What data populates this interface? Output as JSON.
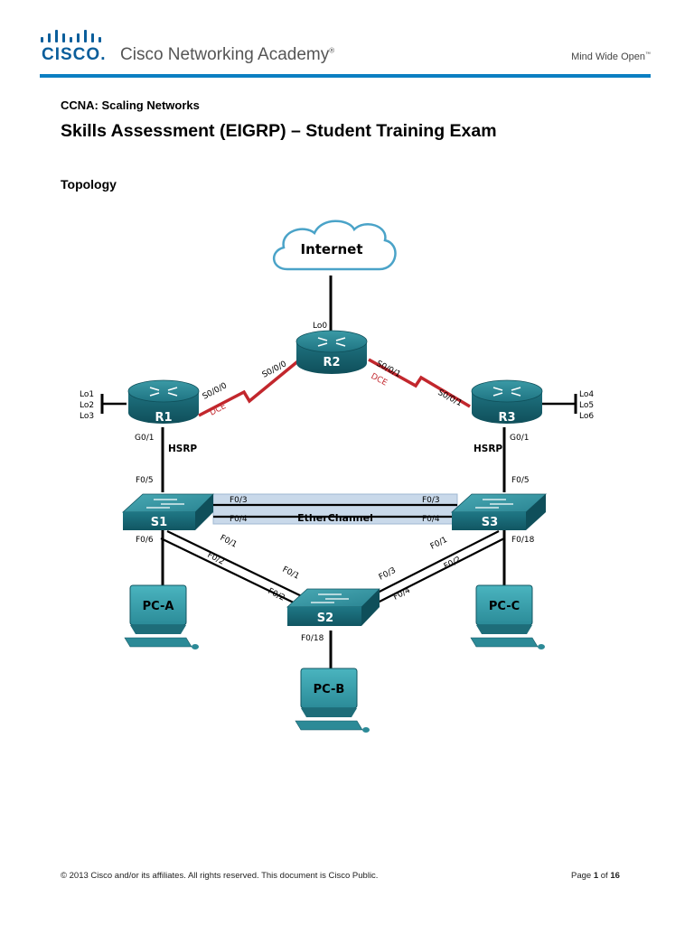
{
  "header": {
    "logo_text": "CISCO",
    "academy_name": "Cisco Networking Academy",
    "academy_mark": "®",
    "tagline": "Mind Wide Open",
    "tagline_mark": "™",
    "accent_color": "#0b7fc2"
  },
  "doc": {
    "course": "CCNA: Scaling Networks",
    "title": "Skills Assessment (EIGRP) – Student Training Exam",
    "section": "Topology"
  },
  "topology": {
    "cloud": "Internet",
    "routers": {
      "r1": "R1",
      "r2": "R2",
      "r3": "R3"
    },
    "switches": {
      "s1": "S1",
      "s2": "S2",
      "s3": "S3"
    },
    "pcs": {
      "pca": "PC-A",
      "pcb": "PC-B",
      "pcc": "PC-C"
    },
    "loopbacks": {
      "r1": [
        "Lo1",
        "Lo2",
        "Lo3"
      ],
      "r2": "Lo0",
      "r3": [
        "Lo4",
        "Lo5",
        "Lo6"
      ]
    },
    "interfaces": {
      "r1_s000": "S0/0/0",
      "r2_s000": "S0/0/0",
      "r2_s001": "S0/0/1",
      "r3_s001": "S0/0/1",
      "dce": "DCE",
      "r1_g01": "G0/1",
      "r3_g01": "G0/1",
      "hsrp": "HSRP",
      "s1_f05": "F0/5",
      "s3_f05": "F0/5",
      "s1_f03": "F0/3",
      "s1_f04": "F0/4",
      "s3_f03": "F0/3",
      "s3_f04": "F0/4",
      "etherchannel": "EtherChannel",
      "s1_f06": "F0/6",
      "s3_f018": "F0/18",
      "s1_f01": "F0/1",
      "s1_f02": "F0/2",
      "s2_f01": "F0/1",
      "s2_f02": "F0/2",
      "s2_f03": "F0/3",
      "s2_f04": "F0/4",
      "s3_f01": "F0/1",
      "s3_f02": "F0/2",
      "s2_f018": "F0/18"
    }
  },
  "footer": {
    "copyright": "© 2013 Cisco and/or its affiliates. All rights reserved. This document is Cisco Public.",
    "page_prefix": "Page ",
    "page_current": "1",
    "page_of": " of ",
    "page_total": "16"
  }
}
